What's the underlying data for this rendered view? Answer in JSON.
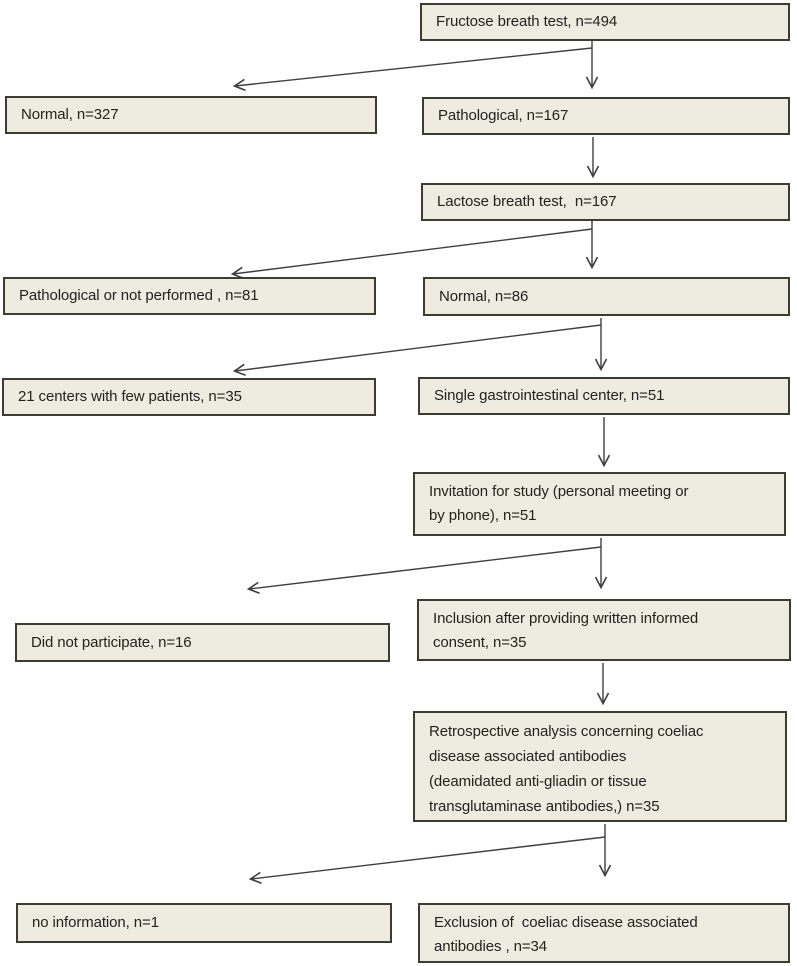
{
  "diagram": {
    "type": "flowchart",
    "colors": {
      "background": "#ffffff",
      "box_fill": "#eeece1",
      "box_border": "#3c3c32",
      "arrow": "#3f3f3f",
      "text": "#222220"
    },
    "nodes": [
      {
        "id": "fructose-breath-test",
        "label": "Fructose breath test, n=494"
      },
      {
        "id": "normal-327",
        "label": "Normal, n=327"
      },
      {
        "id": "pathological-167",
        "label": "Pathological, n=167"
      },
      {
        "id": "lactose-breath-test",
        "label": "Lactose breath test,  n=167"
      },
      {
        "id": "pathological-not-performed",
        "label": "Pathological or not performed , n=81"
      },
      {
        "id": "normal-86",
        "label": "Normal, n=86"
      },
      {
        "id": "centers-few-patients",
        "label": "21 centers with few patients, n=35"
      },
      {
        "id": "single-gi-center",
        "label": "Single gastrointestinal center, n=51"
      },
      {
        "id": "invitation-for-study",
        "label": "Invitation for study (personal meeting or\nby phone), n=51"
      },
      {
        "id": "did-not-participate",
        "label": "Did not participate, n=16"
      },
      {
        "id": "inclusion-consent",
        "label": "Inclusion after providing written informed\nconsent, n=35"
      },
      {
        "id": "retrospective-analysis",
        "label": "Retrospective analysis concerning coeliac\ndisease associated antibodies\n(deamidated anti-gliadin or tissue\ntransglutaminase antibodies,) n=35"
      },
      {
        "id": "no-information",
        "label": "no information, n=1"
      },
      {
        "id": "exclusion-antibodies",
        "label": "Exclusion of  coeliac disease associated\nantibodies , n=34"
      }
    ],
    "edges": [
      {
        "from": "fructose-breath-test",
        "to": "normal-327"
      },
      {
        "from": "fructose-breath-test",
        "to": "pathological-167"
      },
      {
        "from": "pathological-167",
        "to": "lactose-breath-test"
      },
      {
        "from": "lactose-breath-test",
        "to": "pathological-not-performed"
      },
      {
        "from": "lactose-breath-test",
        "to": "normal-86"
      },
      {
        "from": "normal-86",
        "to": "centers-few-patients"
      },
      {
        "from": "normal-86",
        "to": "single-gi-center"
      },
      {
        "from": "single-gi-center",
        "to": "invitation-for-study"
      },
      {
        "from": "invitation-for-study",
        "to": "did-not-participate"
      },
      {
        "from": "invitation-for-study",
        "to": "inclusion-consent"
      },
      {
        "from": "inclusion-consent",
        "to": "retrospective-analysis"
      },
      {
        "from": "retrospective-analysis",
        "to": "no-information"
      },
      {
        "from": "retrospective-analysis",
        "to": "exclusion-antibodies"
      }
    ]
  }
}
